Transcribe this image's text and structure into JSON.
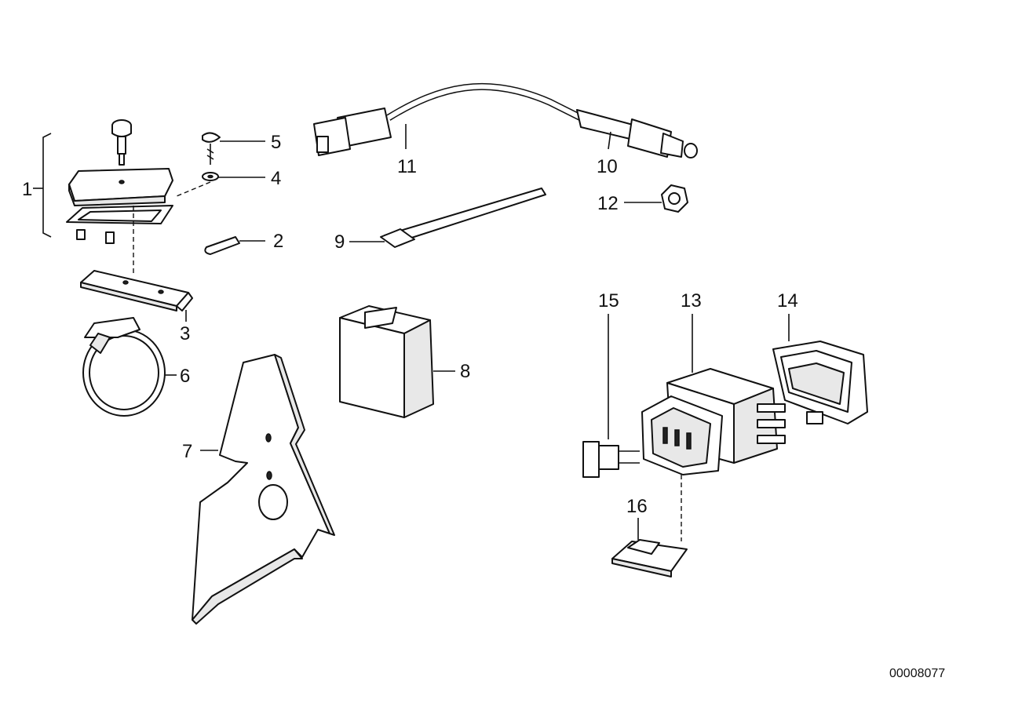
{
  "diagram": {
    "reference_number": "00008077",
    "parts": [
      {
        "id": "1",
        "label": "1"
      },
      {
        "id": "2",
        "label": "2"
      },
      {
        "id": "3",
        "label": "3"
      },
      {
        "id": "4",
        "label": "4"
      },
      {
        "id": "5",
        "label": "5"
      },
      {
        "id": "6",
        "label": "6"
      },
      {
        "id": "7",
        "label": "7"
      },
      {
        "id": "8",
        "label": "8"
      },
      {
        "id": "9",
        "label": "9"
      },
      {
        "id": "10",
        "label": "10"
      },
      {
        "id": "11",
        "label": "11"
      },
      {
        "id": "12",
        "label": "12"
      },
      {
        "id": "13",
        "label": "13"
      },
      {
        "id": "14",
        "label": "14"
      },
      {
        "id": "15",
        "label": "15"
      },
      {
        "id": "16",
        "label": "16"
      }
    ]
  }
}
